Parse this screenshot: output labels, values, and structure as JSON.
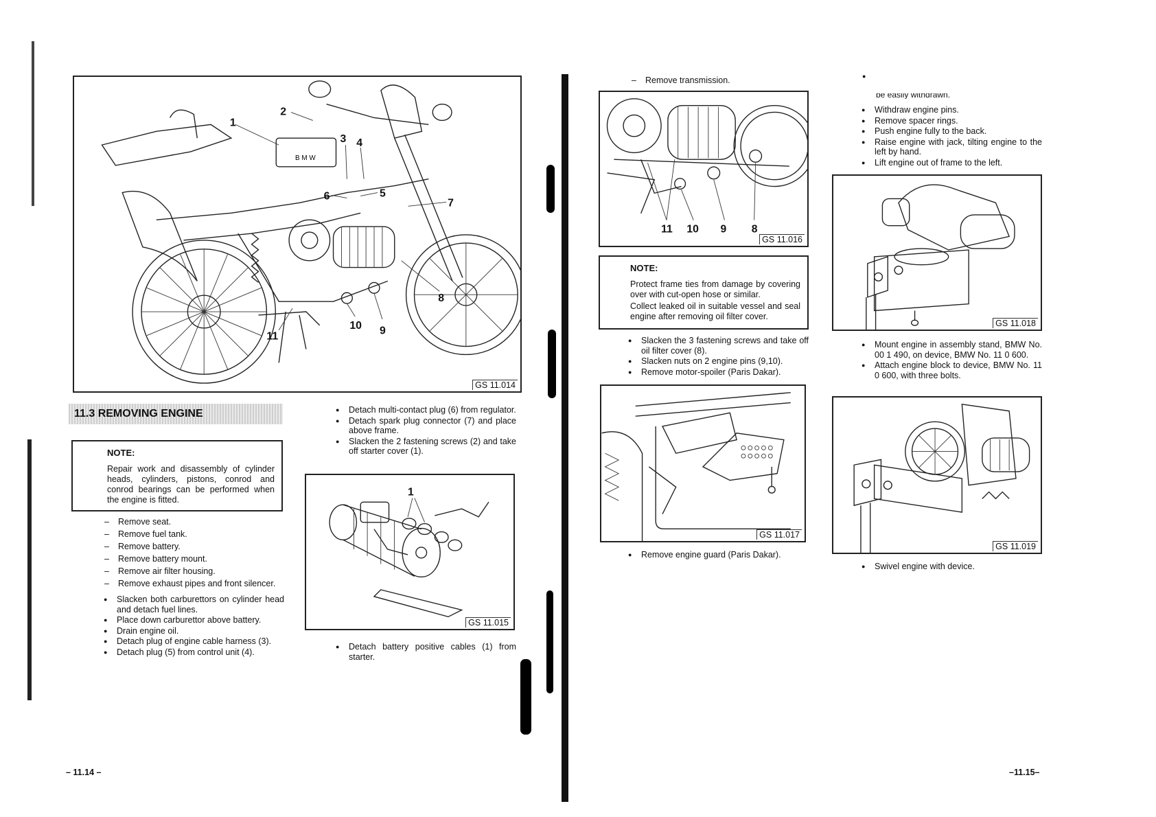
{
  "left_page": {
    "figure_main": {
      "caption": "GS 11.014",
      "callouts": [
        "1",
        "2",
        "3",
        "4",
        "5",
        "6",
        "7",
        "8",
        "9",
        "10",
        "11"
      ],
      "tank_text": "B M W"
    },
    "section_heading": "11.3  REMOVING ENGINE",
    "note": {
      "title": "NOTE:",
      "text": "Repair work and disassembly of cylinder heads, cylinders, pistons, conrod and conrod bearings can be performed when the engine is fitted."
    },
    "steps_dash": [
      "Remove seat.",
      "Remove fuel tank.",
      "Remove battery.",
      "Remove battery mount.",
      "Remove air filter housing.",
      "Remove exhaust pipes and front silencer."
    ],
    "steps_bullet": [
      "Slacken both carburettors on cylinder head and detach fuel lines.",
      "Place down carburettor above battery.",
      "Drain engine oil.",
      "Detach plug of engine cable harness (3).",
      "Detach plug (5) from control unit (4)."
    ],
    "steps_right_top": [
      "Detach multi-contact plug (6) from regulator.",
      "Detach spark plug connector (7) and place above frame.",
      "Slacken the 2 fastening screws (2) and take off starter cover (1)."
    ],
    "figure_starter": {
      "caption": "GS 11.015",
      "callouts": [
        "1"
      ]
    },
    "steps_right_bottom": [
      "Detach battery positive cables (1) from starter."
    ],
    "page_number": "– 11.14 –"
  },
  "right_page": {
    "step_transmission": "Remove transmission.",
    "figure_016": {
      "caption": "GS 11.016",
      "callouts": [
        "11",
        "10",
        "9",
        "8"
      ]
    },
    "note": {
      "title": "NOTE:",
      "lines": [
        "Protect frame ties from damage by covering over with cut-open hose or similar.",
        "Collect leaked oil in suitable vessel and seal engine after removing oil filter cover."
      ]
    },
    "steps_mid": [
      "Slacken the 3 fastening screws and take off oil filter cover (8).",
      "Slacken nuts on 2 engine pins (9,10).",
      "Remove motor-spoiler (Paris Dakar)."
    ],
    "figure_017": {
      "caption": "GS 11.017"
    },
    "step_engine_guard": "Remove engine guard (Paris Dakar).",
    "col2_partial_line": "be easily withdrawn.",
    "steps_col2_top": [
      "Withdraw engine pins.",
      "Remove spacer rings.",
      "Push engine fully to the back.",
      "Raise engine with jack, tilting engine to the left by hand.",
      "Lift engine out of frame to the left."
    ],
    "figure_018": {
      "caption": "GS 11.018"
    },
    "steps_col2_mid": [
      "Mount engine in assembly stand, BMW No. 00 1 490, on device, BMW No. 11 0 600.",
      "Attach engine block to device, BMW No. 11 0 600, with three bolts."
    ],
    "figure_019": {
      "caption": "GS 11.019"
    },
    "step_swivel": "Swivel engine with device.",
    "page_number": "–11.15–"
  }
}
